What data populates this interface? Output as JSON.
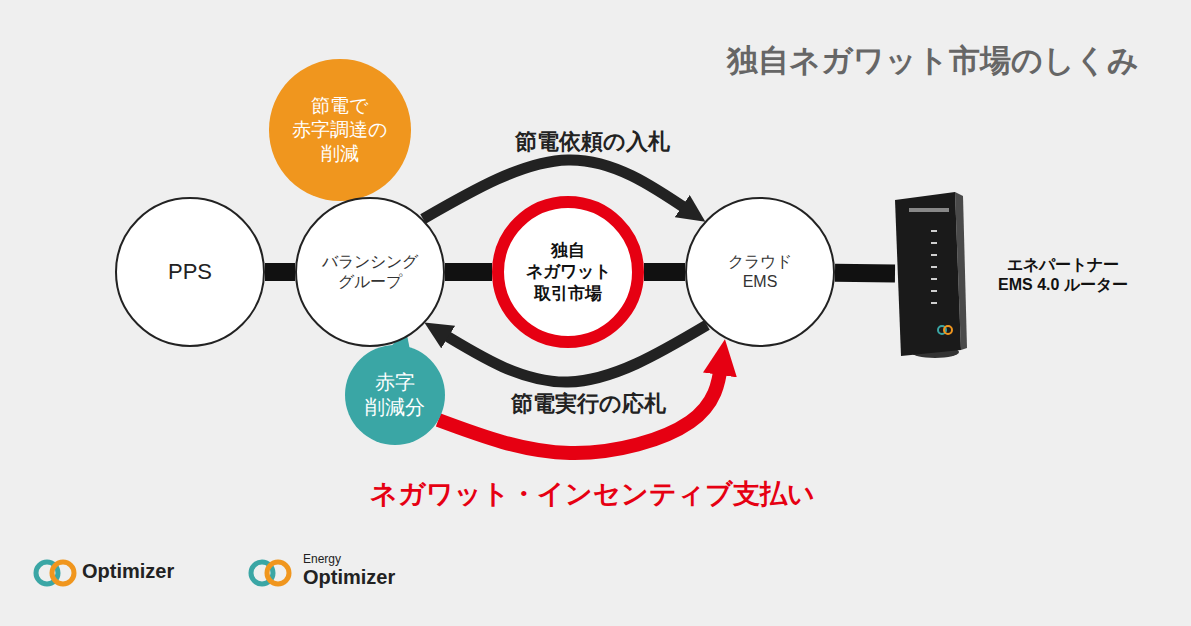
{
  "diagram": {
    "title": "独自ネガワット市場のしくみ",
    "nodes": [
      {
        "text": [
          "節電で 赤字調達の 削減"
        ]
      },
      {
        "text": [
          "PPS"
        ]
      },
      {
        "text": [
          "バランシング グループ"
        ]
      },
      {
        "text": [
          "独自 ネガワット 取引市場"
        ]
      },
      {
        "text": [
          "クラウド EMS"
        ]
      },
      {
        "text": [
          "エネパートナー EMS 4.0 ルーター"
        ]
      },
      {
        "text": [
          "赤字 削減分"
        ]
      }
    ],
    "edges": [
      {
        "from": 1,
        "to": 2,
        "arrow": "none"
      },
      {
        "from": 2,
        "to": 3,
        "arrow": "none"
      },
      {
        "from": 3,
        "to": 4,
        "arrow": "none"
      },
      {
        "from": 4,
        "to": 5,
        "arrow": "none"
      },
      {
        "from": 2,
        "to": 4,
        "label": "節電依頼の入札",
        "arrow": "to"
      },
      {
        "from": 4,
        "to": 2,
        "label": "節電実行の応札",
        "arrow": "to"
      },
      {
        "from": 6,
        "to": 4,
        "label": "ネガワット・インセンティブ支払い",
        "arrow": "to"
      }
    ],
    "labels": [
      "Optimizer",
      "Energy",
      "Optimizer"
    ]
  }
}
